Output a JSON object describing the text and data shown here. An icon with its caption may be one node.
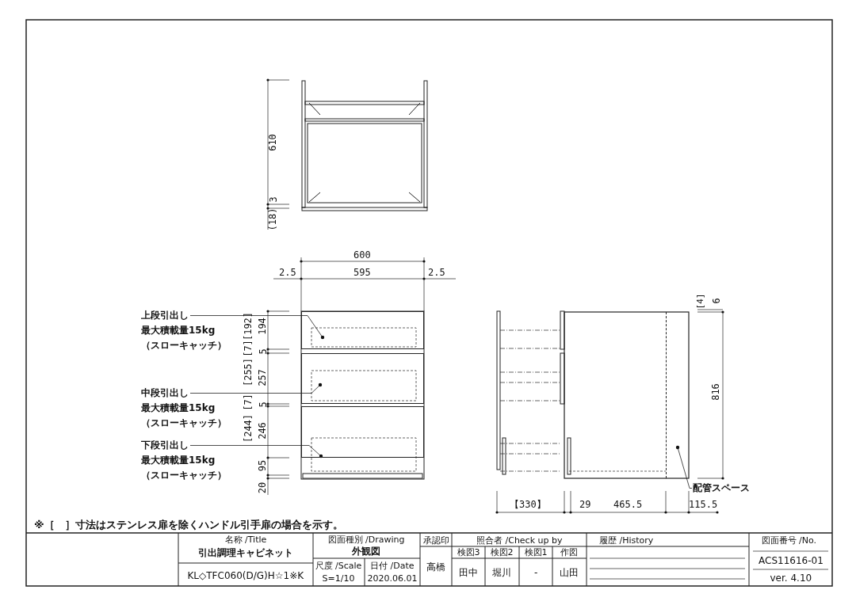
{
  "diagram": {
    "nodes": [
      {
        "text": [
          "上段引出し",
          "最大積載量15kg",
          "（スローキャッチ）"
        ]
      },
      {
        "text": [],
        "shape": "box"
      },
      {
        "text": [
          "中段引出し",
          "最大積載量15kg",
          "（スローキャッチ）"
        ]
      },
      {
        "text": [],
        "shape": "box"
      },
      {
        "text": [
          "下段引出し",
          "最大積載量15kg",
          "（スローキャッチ）"
        ]
      },
      {
        "text": [],
        "shape": "box"
      },
      {
        "text": [
          "配管スペース"
        ]
      },
      {
        "text": [],
        "shape": "box"
      }
    ],
    "edges": [
      {
        "from": 0,
        "to": 1,
        "arrow": "other"
      },
      {
        "from": 2,
        "to": 3,
        "arrow": "other"
      },
      {
        "from": 4,
        "to": 5,
        "arrow": "other"
      },
      {
        "from": 6,
        "to": 7,
        "arrow": "other"
      }
    ],
    "labels": [
      "610",
      "3",
      "(18)",
      "600",
      "2.5",
      "595",
      "2.5",
      "[192]",
      "194",
      "[7]",
      "5",
      "[255]",
      "257",
      "[7]",
      "5",
      "[244]",
      "246",
      "95",
      "20",
      "[4]",
      "6",
      "816",
      "【330】",
      "29",
      "465.5",
      "115.5",
      "※［　］寸法はステンレス扉を除くハンドル引手扉の場合を示す。",
      "名称 /Title",
      "引出調理キャビネット",
      "KL◇TFC060(D/G)H☆1※K",
      "図面種別 /Drawing",
      "外観図",
      "尺度 /Scale",
      "日付 /Date",
      "S=1/10",
      "2020.06.01",
      "承認印",
      "高橋",
      "照合者 /Check up by",
      "検図3",
      "検図2",
      "検図1",
      "作図",
      "田中",
      "堀川",
      "-",
      "山田",
      "履歴 /History",
      "図面番号 /No.",
      "ACS11616-01",
      "ver. 4.10"
    ]
  }
}
